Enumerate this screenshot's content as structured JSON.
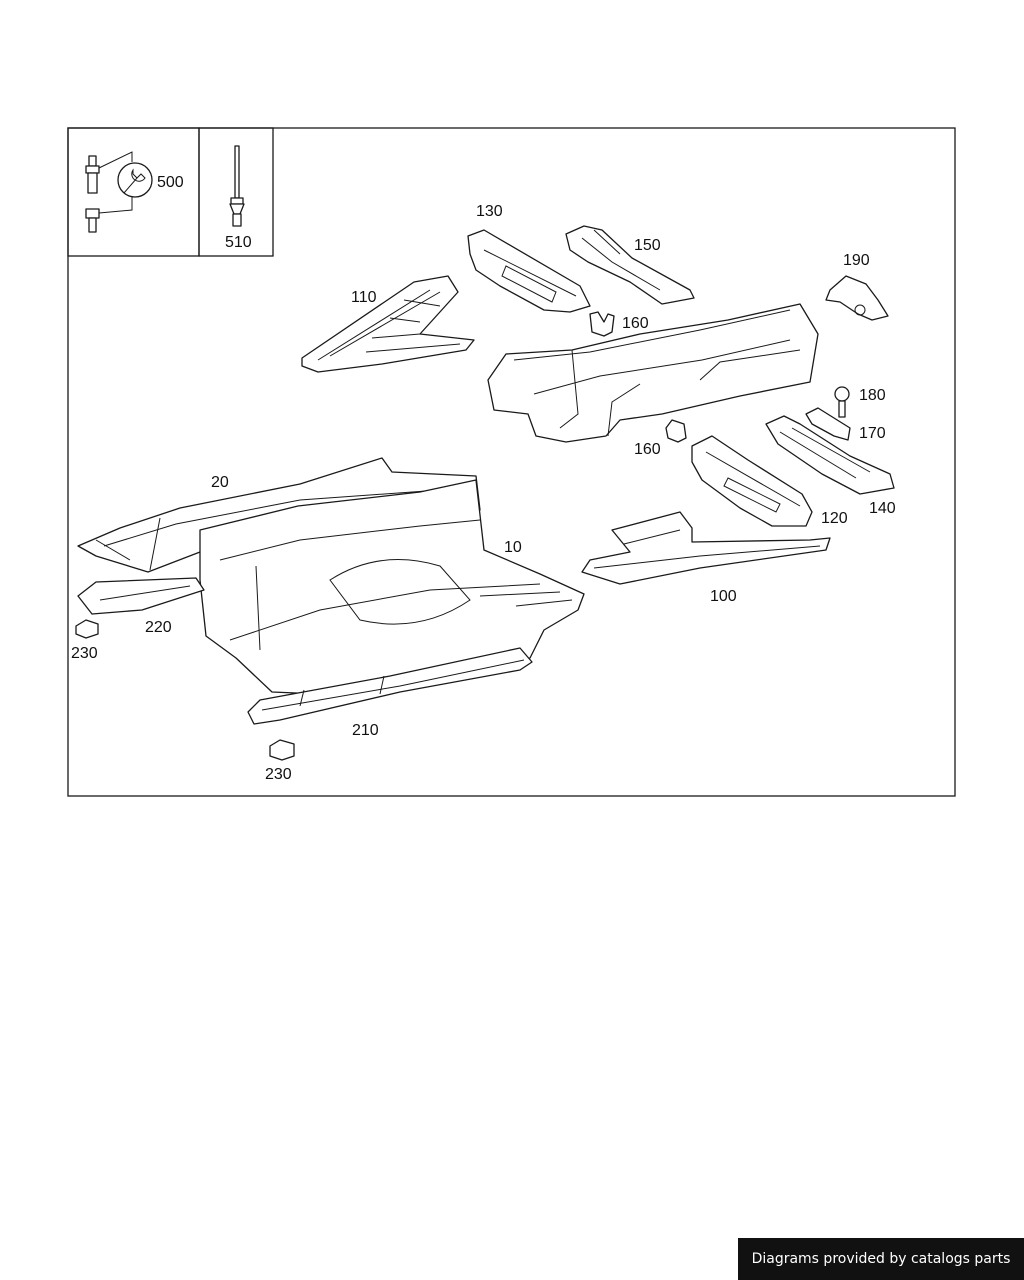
{
  "diagram": {
    "callouts": {
      "c500": "500",
      "c510": "510",
      "c130": "130",
      "c150": "150",
      "c110": "110",
      "c160a": "160",
      "c190": "190",
      "c180": "180",
      "c170": "170",
      "c160b": "160",
      "c20": "20",
      "c10": "10",
      "c140": "140",
      "c120": "120",
      "c100": "100",
      "c220": "220",
      "c230a": "230",
      "c210": "210",
      "c230b": "230"
    }
  },
  "footer": {
    "credit": "Diagrams provided by catalogs parts"
  },
  "colors": {
    "line": "#1a1a1a",
    "background": "#ffffff",
    "badge": "#111111"
  }
}
